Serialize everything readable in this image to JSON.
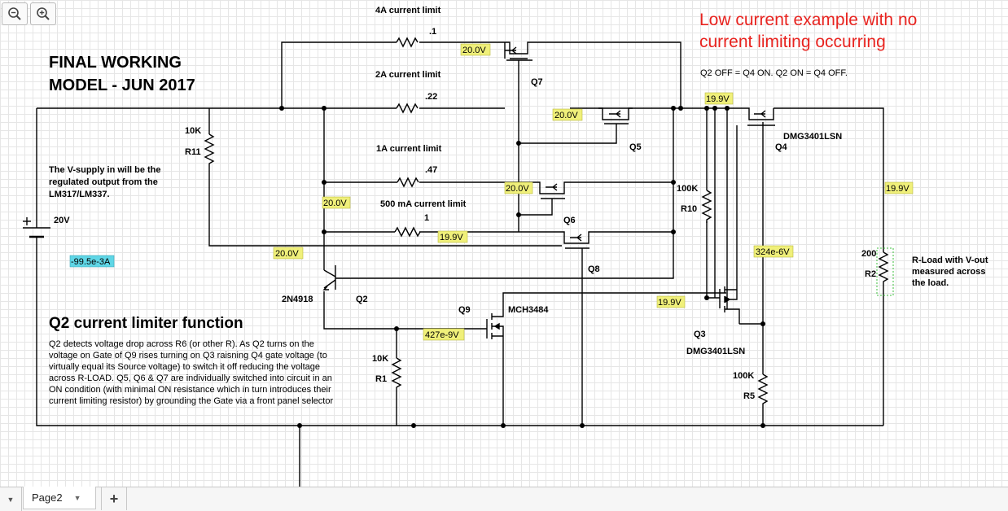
{
  "toolbar": {
    "zoom_out_icon": "zoom-out-icon",
    "zoom_in_icon": "zoom-in-icon"
  },
  "titles": {
    "heading_line1": "FINAL WORKING",
    "heading_line2": "MODEL - JUN 2017",
    "red_line1": "Low current example with no",
    "red_line2": "current limiting occurring",
    "truth": "Q2 OFF = Q4 ON. Q2 ON = Q4 OFF.",
    "vsupply_line1": "The V-supply in will be the",
    "vsupply_line2": "regulated output from the",
    "vsupply_line3": "LM317/LM337.",
    "rload_line1": "R-Load with V-out",
    "rload_line2": "measured across",
    "rload_line3": "the load.",
    "q2_heading": "Q2 current limiter function",
    "q2_desc": [
      "Q2 detects voltage drop across R6 (or other R). As Q2 turns on the",
      "voltage on Gate of Q9 rises turning on Q3 raisning Q4 gate voltage (to",
      "virtually equal its Source voltage) to switch it off reducing the voltage",
      "across R-LOAD. Q5, Q6 & Q7 are individually switched into circuit in an",
      "ON condition (with minimal ON resistance which in turn introduces their",
      "current limiting resistor) by grounding the Gate via a front panel selector"
    ]
  },
  "limits": {
    "l4a": "4A current limit",
    "l2a": "2A current limit",
    "l1a": "1A current limit",
    "l500": "500 mA current limit"
  },
  "components": {
    "r_4a_value": ".1",
    "r_2a_value": ".22",
    "r_1a_value": ".47",
    "r_500_value": "1",
    "r11_value": "10K",
    "r11_name": "R11",
    "r10_value": "100K",
    "r10_name": "R10",
    "r1_value": "10K",
    "r1_name": "R1",
    "r5_value": "100K",
    "r5_name": "R5",
    "r2_value": "200",
    "r2_name": "R2",
    "q7": "Q7",
    "q5": "Q5",
    "q6": "Q6",
    "q8": "Q8",
    "q4": "Q4",
    "q4_part": "DMG3401LSN",
    "q2": "Q2",
    "q2_part": "2N4918",
    "q9": "Q9",
    "q9_part": "MCH3484",
    "q3": "Q3",
    "q3_part": "DMG3401LSN",
    "battery_value": "20V"
  },
  "probes": {
    "p_q7": "20.0V",
    "p_q5": "20.0V",
    "p_q6": "20.0V",
    "p_left": "20.0V",
    "p_500": "19.9V",
    "p_r11": "20.0V",
    "p_q4s": "19.9V",
    "p_out": "19.9V",
    "p_r10": "324e-6V",
    "p_q3": "19.9V",
    "p_q9": "427e-9V",
    "current_supply": "-99.5e-3A"
  },
  "colors": {
    "probe_bg": "#f0f07a",
    "current_bg": "#5fd6e6",
    "red_text": "#e8231f",
    "wire": "#000000"
  },
  "pages": {
    "current_tab": "Page2",
    "add_label": "+"
  }
}
